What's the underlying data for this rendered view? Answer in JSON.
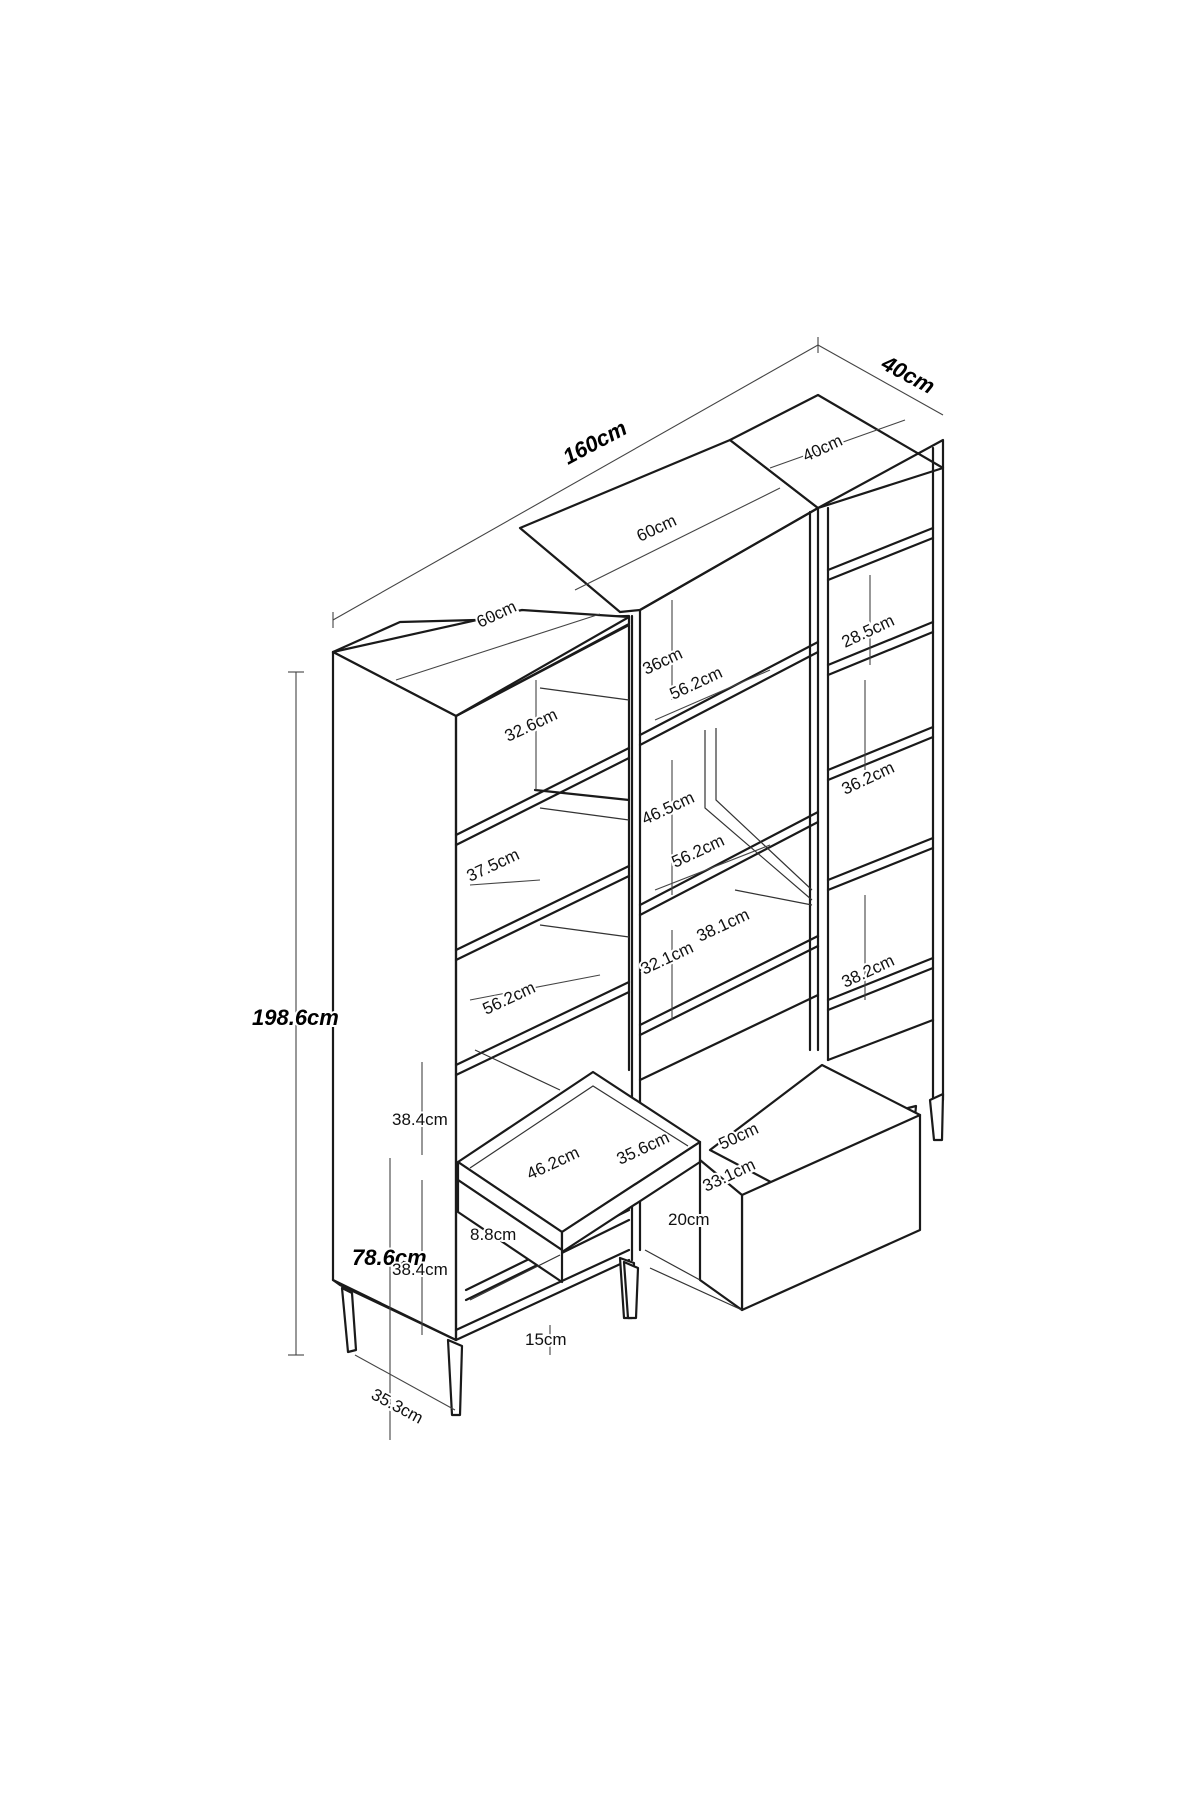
{
  "overall": {
    "width": "160cm",
    "depth": "40cm",
    "height": "198.6cm",
    "lower_height": "78.6cm"
  },
  "left_unit": {
    "width": "60cm",
    "shelf_gaps": [
      "32.6cm",
      "37.5cm"
    ],
    "shelf_width": "56.2cm",
    "drawer_height": "38.4cm",
    "lower_height": "38.4cm",
    "drawer_inner_width": "46.2cm",
    "drawer_inner_depth": "35.6cm",
    "drawer_side": "8.8cm",
    "leg_height": "15cm",
    "leg_depth": "35.3cm"
  },
  "middle_unit": {
    "width": "60cm",
    "top_gap": "36cm",
    "shelf_width_1": "56.2cm",
    "mid_gap": "46.5cm",
    "shelf_width_2": "56.2cm",
    "lower_gap": "32.1cm",
    "lower_depth": "38.1cm",
    "drawer_width": "50cm",
    "drawer_depth": "33.1cm",
    "drawer_height": "20cm"
  },
  "right_unit": {
    "width": "40cm",
    "gap_1": "28.5cm",
    "gap_2": "36.2cm",
    "gap_3": "38.2cm"
  }
}
